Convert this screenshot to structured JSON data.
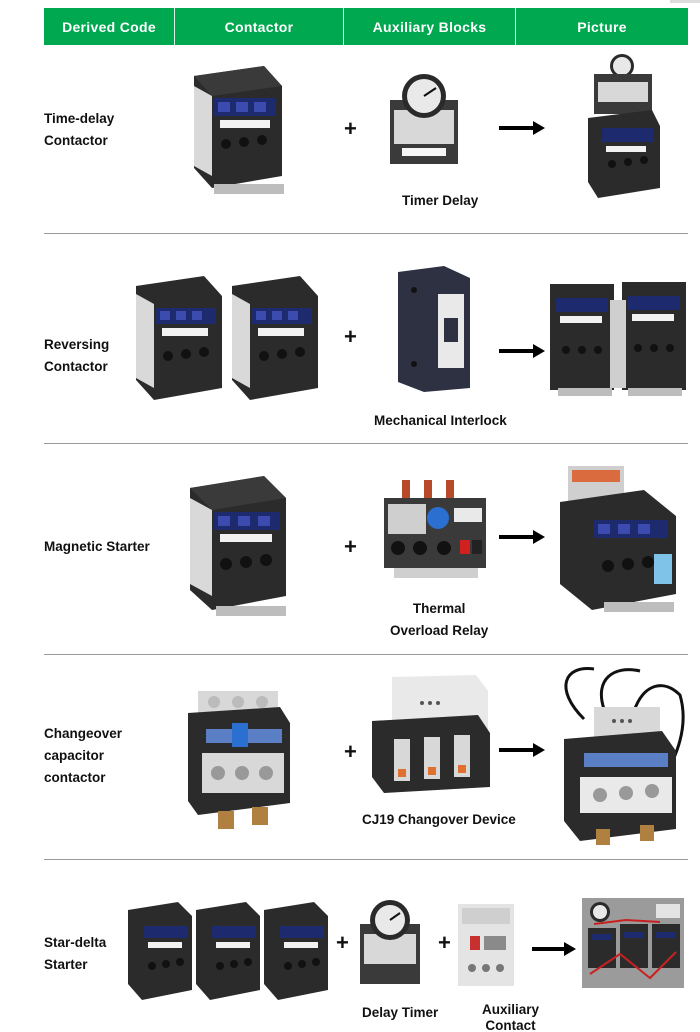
{
  "colors": {
    "brand": "#00a84f",
    "divider": "#9a9a9a"
  },
  "header": {
    "col1": "Derived Code",
    "col2": "Contactor",
    "col3": "Auxiliary Blocks",
    "col4": "Picture"
  },
  "rows": [
    {
      "label": [
        "Time-delay",
        "Contactor"
      ],
      "caption": [
        "Timer Delay"
      ],
      "symbols": [
        "+",
        "→"
      ]
    },
    {
      "label": [
        "Reversing",
        "Contactor"
      ],
      "caption": [
        "Mechanical Interlock"
      ],
      "symbols": [
        "+",
        "→"
      ]
    },
    {
      "label": [
        "Magnetic Starter"
      ],
      "caption": [
        "Thermal",
        "Overload Relay"
      ],
      "symbols": [
        "+",
        "→"
      ]
    },
    {
      "label": [
        "Changeover",
        "capacitor",
        "contactor"
      ],
      "caption": [
        "CJ19 Changover Device"
      ],
      "symbols": [
        "+",
        "→"
      ]
    },
    {
      "label": [
        "Star-delta",
        "Starter"
      ],
      "caption": [
        "Delay Timer",
        "Auxiliary",
        "Contact"
      ],
      "symbols": [
        "+",
        "+",
        "→"
      ]
    }
  ]
}
